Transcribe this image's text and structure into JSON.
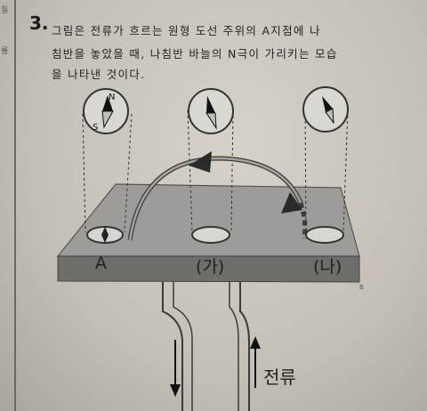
{
  "margin": {
    "mark_top": "질",
    "mark_bottom": "률"
  },
  "question": {
    "number": "3.",
    "lines": [
      "그림은 전류가 흐르는 원형 도선 주위의 A지점에 나",
      "침반을 놓았을 때, 나침반 바늘의 N극이 가리키는 모습",
      "을 나타낸 것이다."
    ]
  },
  "figure": {
    "points": [
      "A",
      "(가)",
      "(나)"
    ],
    "compass_labels": {
      "north": "N",
      "south": "S"
    },
    "current_label": "전류"
  }
}
